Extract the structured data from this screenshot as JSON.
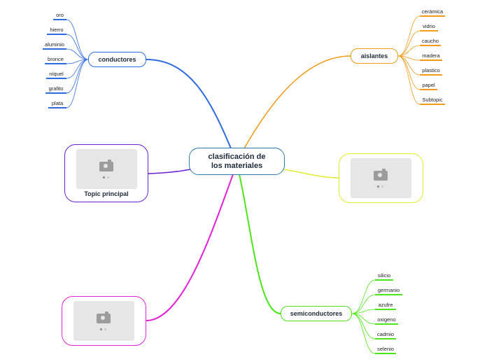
{
  "center": {
    "title_line1": "clasificación de",
    "title_line2": "los materiales"
  },
  "conductores": {
    "label": "conductores",
    "color": "#2d6be3",
    "items": [
      "oro",
      "hierro",
      "aluminio",
      "bronce",
      "níquel",
      "grafito",
      "plata"
    ]
  },
  "aislantes": {
    "label": "aislantes",
    "color": "#f29a17",
    "items": [
      "cerámica",
      "vidrio",
      "caucho",
      "madera",
      "plastico",
      "papel",
      "Subtopic"
    ]
  },
  "semiconductores": {
    "label": "semiconductores",
    "color": "#4ce51a",
    "items": [
      "silicio",
      "germanio",
      "azufre",
      "oxigeno",
      "cadmio",
      "selenio"
    ]
  },
  "topic_principal": {
    "label": "Topic principal",
    "color": "#6a1fd0",
    "icon": "camera-icon"
  },
  "image_right": {
    "color": "#e0ec2a",
    "icon": "camera-icon"
  },
  "image_bottom": {
    "color": "#e221d8",
    "icon": "camera-icon"
  },
  "center_color": "#2a79a8"
}
